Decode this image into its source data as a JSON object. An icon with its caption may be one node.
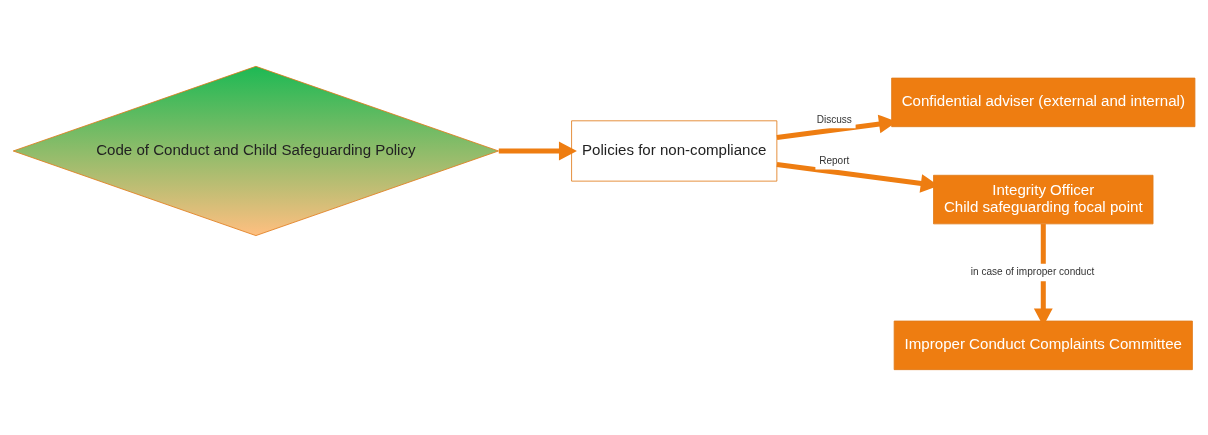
{
  "diagram": {
    "nodes": [
      {
        "text": [
          "Code of Conduct and Child Safeguarding Policy"
        ]
      },
      {
        "text": [
          "Policies for non-compliance"
        ]
      },
      {
        "text": [
          "Confidential adviser (external and internal)"
        ]
      },
      {
        "text": [
          "Integrity Officer",
          "Child safeguarding focal point"
        ]
      },
      {
        "text": [
          "Improper Conduct Complaints Committee"
        ]
      }
    ],
    "edges": [
      {
        "from": 0,
        "to": 1,
        "arrow": "to"
      },
      {
        "from": 1,
        "to": 2,
        "arrow": "to",
        "label": "Discuss"
      },
      {
        "from": 1,
        "to": 3,
        "arrow": "to",
        "label": "Report"
      },
      {
        "from": 3,
        "to": 4,
        "arrow": "to",
        "label": "in case of improper conduct"
      }
    ]
  }
}
